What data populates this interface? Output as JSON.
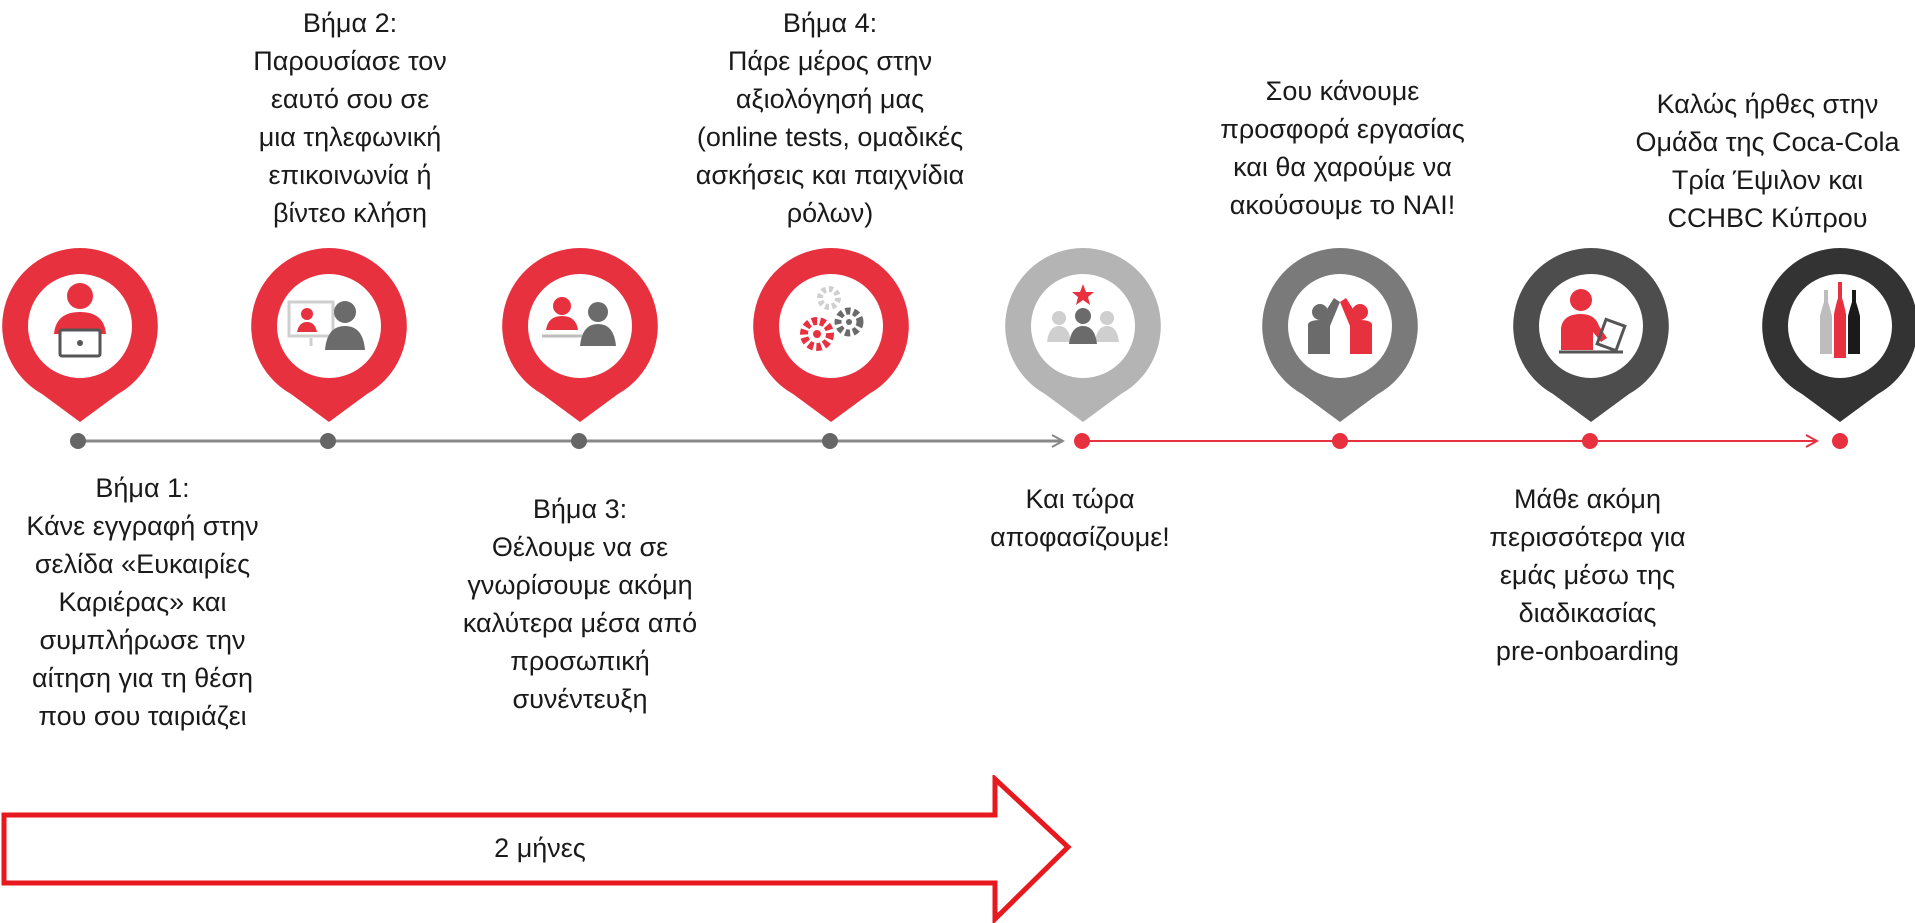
{
  "steps": [
    {
      "text": "Βήμα 1:\nΚάνε εγγραφή στην\nσελίδα «Ευκαιρίες\nΚαριέρας» και\nσυμπλήρωσε την\nαίτηση για τη θέση\nπου σου ταιριάζει",
      "icon": "person-laptop-icon",
      "pin_color": "#e8313f"
    },
    {
      "text": "Βήμα 2:\nΠαρουσίασε τον\nεαυτό σου σε\nμια τηλεφωνική\nεπικοινωνία ή\nβίντεο κλήση",
      "icon": "video-call-icon",
      "pin_color": "#e8313f"
    },
    {
      "text": "Βήμα 3:\nΘέλουμε να σε\nγνωρίσουμε ακόμη\nκαλύτερα μέσα από\nπροσωπική\nσυνέντευξη",
      "icon": "interview-icon",
      "pin_color": "#e8313f"
    },
    {
      "text": "Βήμα 4:\nΠάρε μέρος στην\nαξιολόγησή μας\n(online tests, ομαδικές\nασκήσεις και παιχνίδια\nρόλων)",
      "icon": "gears-icon",
      "pin_color": "#e8313f"
    },
    {
      "text": "Και τώρα\nαποφασίζουμε!",
      "icon": "team-star-icon",
      "pin_color": "#b4b4b4"
    },
    {
      "text": "Σου κάνουμε\nπροσφορά εργασίας\nκαι θα χαρούμε να\nακούσουμε το ΝΑΙ!",
      "icon": "high-five-icon",
      "pin_color": "#7a7a7a"
    },
    {
      "text": "Μάθε ακόμη\nπερισσότερα για\nεμάς μέσω της\nδιαδικασίας\npre-onboarding",
      "icon": "person-writing-icon",
      "pin_color": "#4d4d4d"
    },
    {
      "text": "Καλώς ήρθες στην\nΟμάδα της Coca-Cola\nΤρία Έψιλον και\nCCHBC Κύπρου",
      "icon": "bottles-icon",
      "pin_color": "#333333"
    }
  ],
  "colors": {
    "accent_red": "#e8313f",
    "timeline_gray": "#888888",
    "dot_gray": "#666666",
    "arrow_outline": "#e8191e"
  },
  "duration_arrow": {
    "label": "2 μήνες"
  }
}
